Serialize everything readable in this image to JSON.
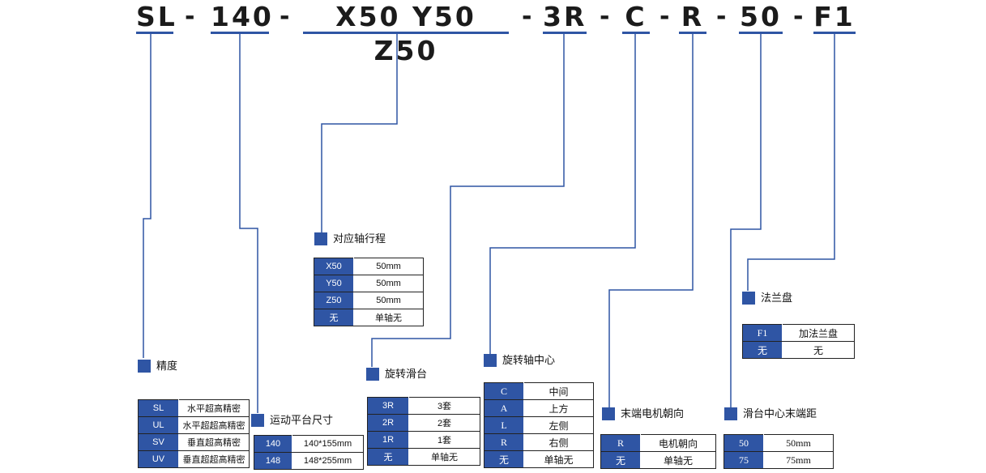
{
  "code": {
    "segments": [
      "SL",
      "140",
      "X50 Y50 Z50",
      "3R",
      "C",
      "R",
      "50",
      "F1"
    ],
    "separator": "-"
  },
  "groups": {
    "precision": {
      "title": "精度",
      "rows": [
        {
          "k": "SL",
          "v": "水平超高精密"
        },
        {
          "k": "UL",
          "v": "水平超超高精密"
        },
        {
          "k": "SV",
          "v": "垂直超高精密"
        },
        {
          "k": "UV",
          "v": "垂直超超高精密"
        }
      ]
    },
    "platform": {
      "title": "运动平台尺寸",
      "rows": [
        {
          "k": "140",
          "v": "140*155mm"
        },
        {
          "k": "148",
          "v": "148*255mm"
        }
      ]
    },
    "stroke": {
      "title": "对应轴行程",
      "rows": [
        {
          "k": "X50",
          "v": "50mm"
        },
        {
          "k": "Y50",
          "v": "50mm"
        },
        {
          "k": "Z50",
          "v": "50mm"
        },
        {
          "k": "无",
          "v": "单轴无"
        }
      ]
    },
    "rotary": {
      "title": "旋转滑台",
      "rows": [
        {
          "k": "3R",
          "v": "3套"
        },
        {
          "k": "2R",
          "v": "2套"
        },
        {
          "k": "1R",
          "v": "1套"
        },
        {
          "k": "无",
          "v": "单轴无"
        }
      ]
    },
    "center": {
      "title": "旋转轴中心",
      "rows": [
        {
          "k": "C",
          "v": "中间"
        },
        {
          "k": "A",
          "v": "上方"
        },
        {
          "k": "L",
          "v": "左侧"
        },
        {
          "k": "R",
          "v": "右侧"
        },
        {
          "k": "无",
          "v": "单轴无"
        }
      ]
    },
    "motor": {
      "title": "末端电机朝向",
      "rows": [
        {
          "k": "R",
          "v": "电机朝向"
        },
        {
          "k": "无",
          "v": "单轴无"
        }
      ]
    },
    "end_distance": {
      "title": "滑台中心末端距",
      "rows": [
        {
          "k": "50",
          "v": "50mm"
        },
        {
          "k": "75",
          "v": "75mm"
        }
      ]
    },
    "flange": {
      "title": "法兰盘",
      "rows": [
        {
          "k": "F1",
          "v": "加法兰盘"
        },
        {
          "k": "无",
          "v": "无"
        }
      ]
    }
  },
  "colors": {
    "accent": "#2f55a4",
    "text": "#1b1b1b"
  }
}
